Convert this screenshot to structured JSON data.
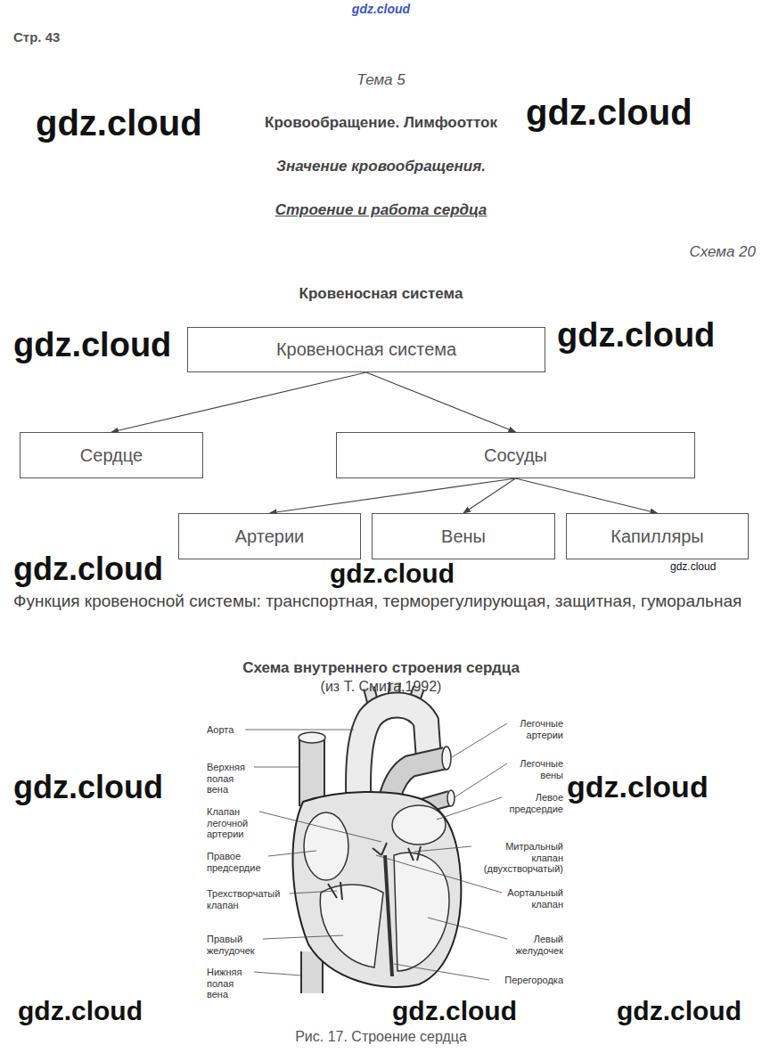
{
  "diagram": {
    "title": "Кровеносная система",
    "caption": "Рис. 17. Строение сердца",
    "nodes": [
      {
        "text": [
          "Кровеносная система"
        ]
      },
      {
        "text": [
          "Сердце"
        ]
      },
      {
        "text": [
          "Сосуды"
        ]
      },
      {
        "text": [
          "Артерии"
        ]
      },
      {
        "text": [
          "Вены"
        ]
      },
      {
        "text": [
          "Капилляры"
        ]
      }
    ],
    "edges": [
      {
        "from": 0,
        "to": 1,
        "arrow": "to"
      },
      {
        "from": 0,
        "to": 2,
        "arrow": "to"
      },
      {
        "from": 2,
        "to": 3,
        "arrow": "to"
      },
      {
        "from": 2,
        "to": 4,
        "arrow": "to"
      },
      {
        "from": 2,
        "to": 5,
        "arrow": "to"
      }
    ],
    "labels": [
      "gdz.cloud",
      "Стр. 43",
      "Тема 5",
      "Кровообращение. Лимфоотток",
      "gdz.cloud",
      "gdz.cloud",
      "Значение кровообращения.",
      "Строение и работа сердца",
      "Схема 20",
      "gdz.cloud",
      "gdz.cloud",
      "gdz.cloud",
      "gdz.cloud",
      "gdz.cloud",
      "Функция кровеносной системы: транспортная, терморегулирующая, защитная, гуморальная",
      "Схема внутреннего строения сердца",
      "(из Т. Смита,1992)",
      "Аорта",
      "Верхняя полая вена",
      "Клапан легочной артерии",
      "Правое предсердие",
      "Трехстворчатый клапан",
      "Правый желудочек",
      "Нижняя полая вена",
      "Легочные артерии",
      "Легочные вены",
      "Левое предсердие",
      "Митральный клапан (двухстворчатый)",
      "Аортальный клапан",
      "Левый желудочек",
      "Перегородка",
      "gdz.cloud",
      "gdz.cloud",
      "gdz.cloud",
      "gdz.cloud",
      "gdz.cloud"
    ]
  }
}
